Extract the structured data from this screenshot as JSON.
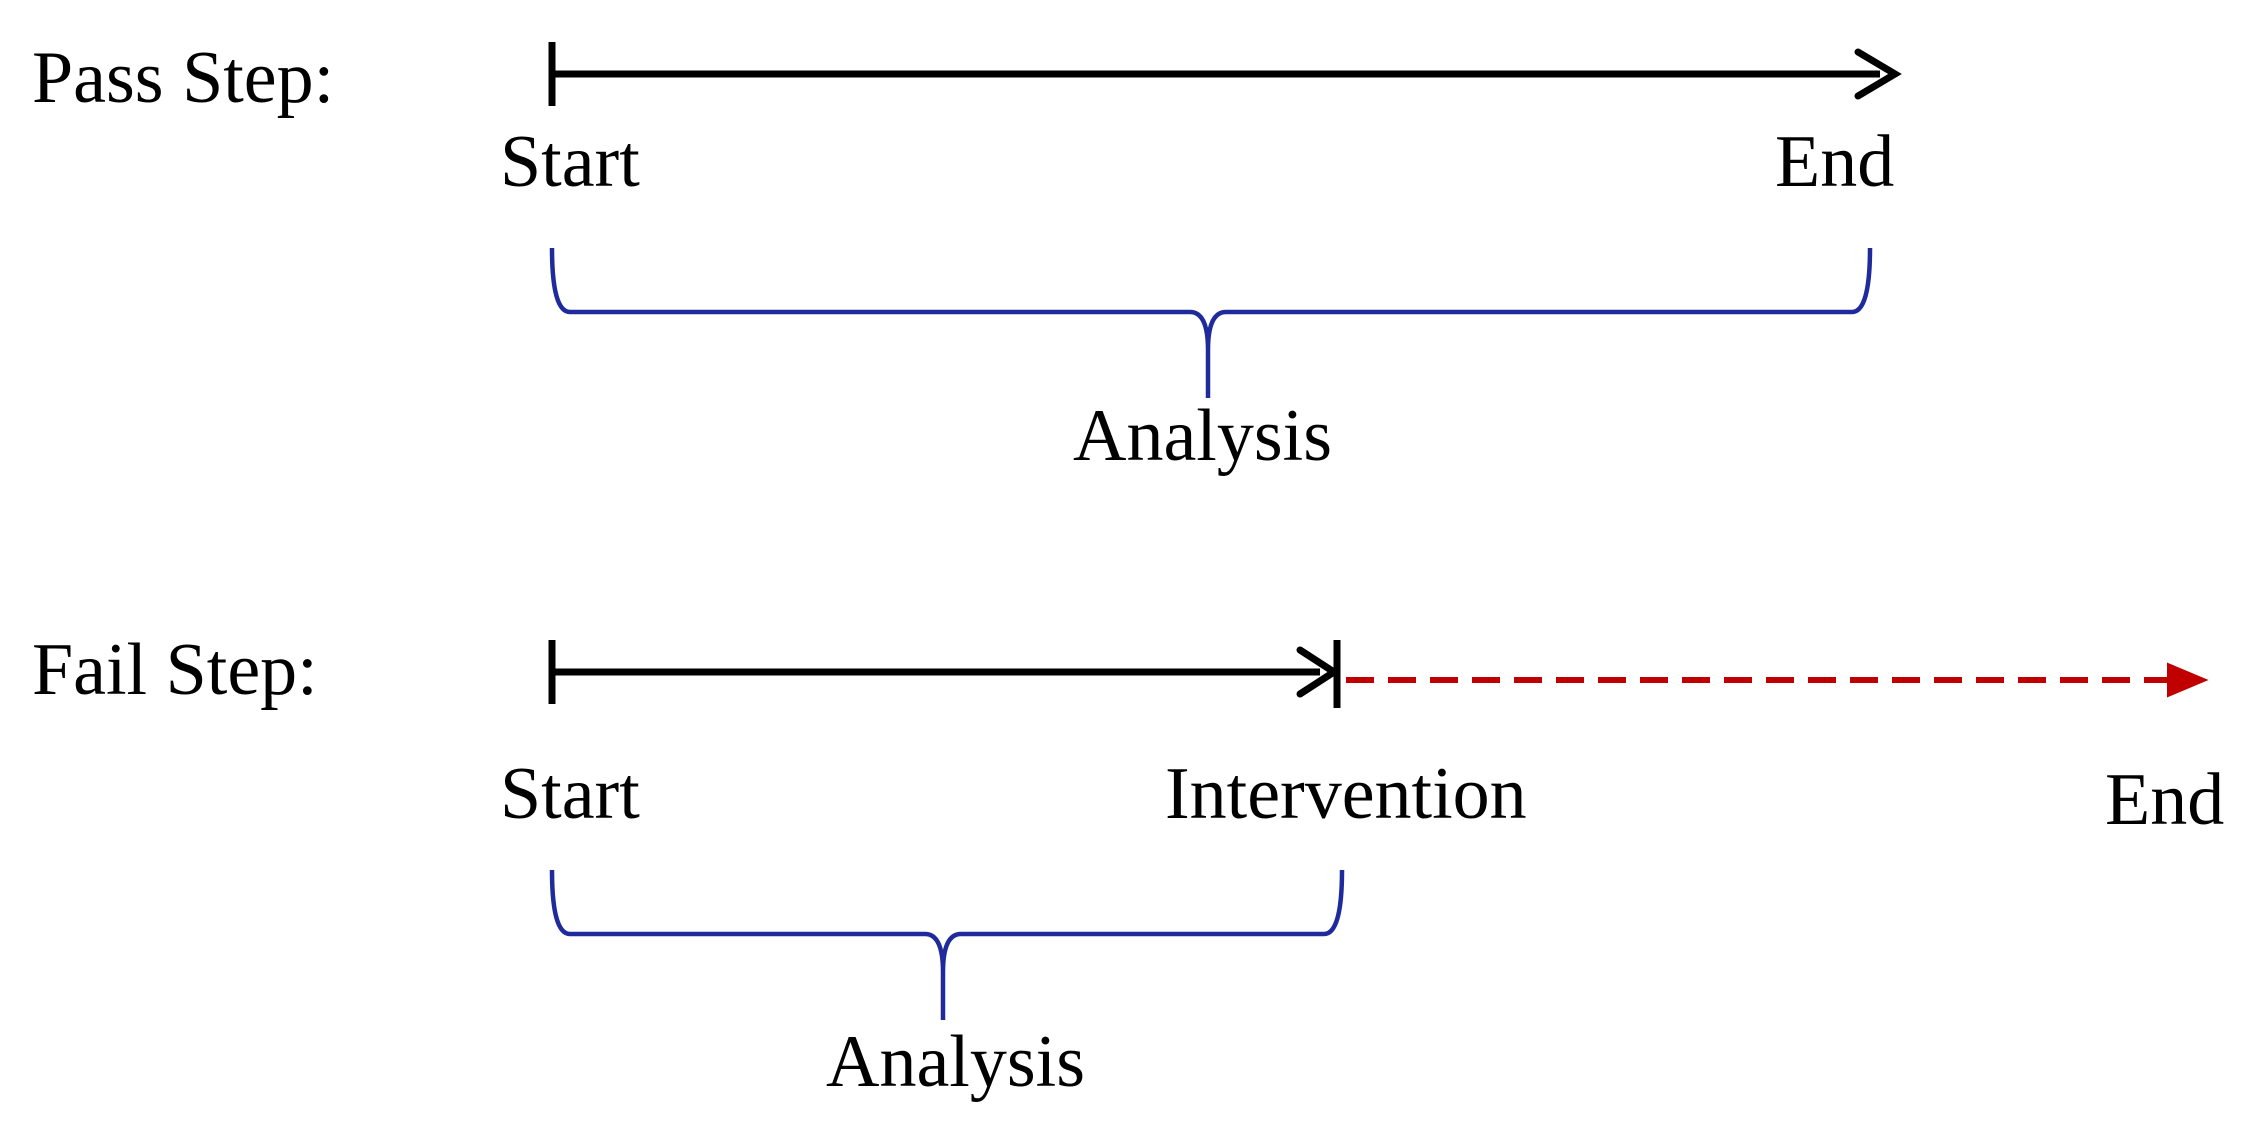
{
  "pass_step": {
    "title": "Pass Step:",
    "start_label": "Start",
    "end_label": "End",
    "brace_label": "Analysis"
  },
  "fail_step": {
    "title": "Fail Step:",
    "start_label": "Start",
    "intervention_label": "Intervention",
    "end_label": "End",
    "brace_label": "Analysis"
  },
  "colors": {
    "timeline": "#000000",
    "brace": "#1f2a9c",
    "continuation": "#c00000",
    "text": "#000000"
  }
}
